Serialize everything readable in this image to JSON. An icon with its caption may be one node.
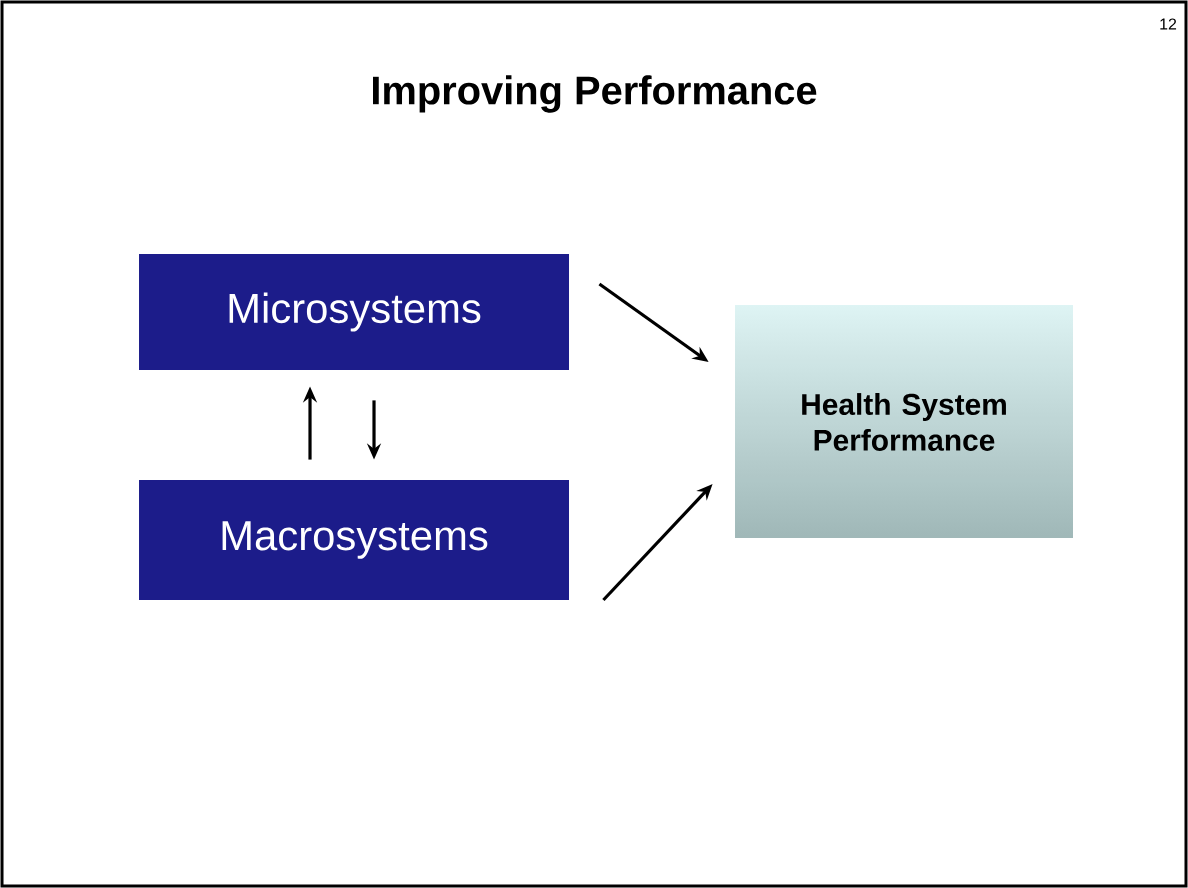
{
  "diagram": {
    "title": "Improving Performance",
    "nodes": [
      {
        "text": [
          "Microsystems"
        ]
      },
      {
        "text": [
          "Macrosystems"
        ]
      },
      {
        "text": [
          "Health System Performance"
        ]
      }
    ],
    "edges": [
      {
        "from": 0,
        "to": 2,
        "arrow": "to"
      },
      {
        "from": 1,
        "to": 2,
        "arrow": "to"
      },
      {
        "from": 1,
        "to": 0,
        "arrow": "to"
      },
      {
        "from": 0,
        "to": 1,
        "arrow": "to"
      }
    ],
    "labels": [
      "12"
    ]
  }
}
